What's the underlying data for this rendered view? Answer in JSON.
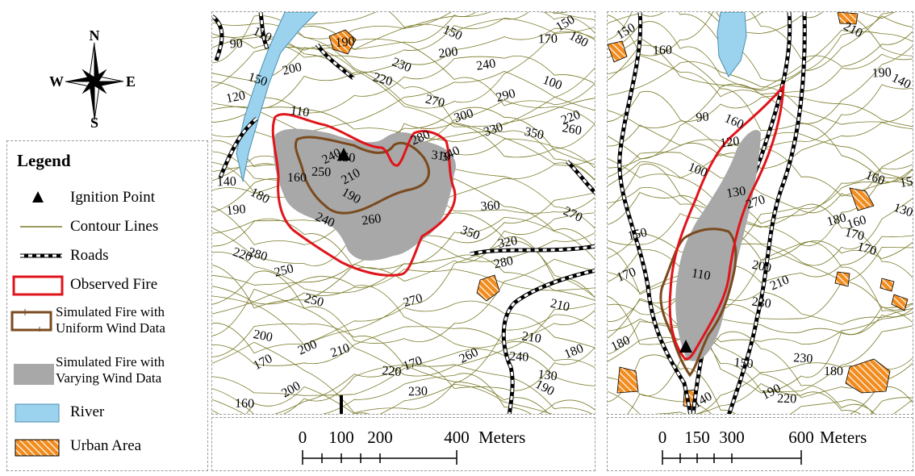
{
  "compass": {
    "north": "N",
    "south": "S",
    "east": "E",
    "west": "W"
  },
  "legend": {
    "title": "Legend",
    "items": [
      {
        "key": "ignition",
        "label": "Ignition  Point"
      },
      {
        "key": "contour",
        "label": "Contour Lines"
      },
      {
        "key": "roads",
        "label": "Roads"
      },
      {
        "key": "observed",
        "label": "Observed Fire"
      },
      {
        "key": "uniform",
        "label_line1": "Simulated Fire with",
        "label_line2": "Uniform Wind Data"
      },
      {
        "key": "varying",
        "label_line1": "Simulated Fire with",
        "label_line2": "Varying Wind Data"
      },
      {
        "key": "river",
        "label": "River"
      },
      {
        "key": "urban",
        "label": "Urban Area"
      }
    ]
  },
  "colors": {
    "observed_fire": "#e0141b",
    "uniform_fire": "#7a4a1e",
    "varying_fire": "#a8a8a8",
    "contour": "#7a7a2a",
    "river": "#9bd3ee",
    "urban": "#f28c1e"
  },
  "map1": {
    "contour_labels": [
      "150",
      "170",
      "180",
      "90",
      "110",
      "190",
      "150",
      "200",
      "230",
      "240",
      "100",
      "120",
      "150",
      "200",
      "220",
      "290",
      "270",
      "300",
      "350",
      "330",
      "260",
      "220",
      "110",
      "280",
      "310",
      "340",
      "150",
      "240",
      "250",
      "210",
      "160",
      "190",
      "140",
      "180",
      "360",
      "270",
      "190",
      "240",
      "260",
      "350",
      "320",
      "220",
      "280",
      "280",
      "250",
      "250",
      "270",
      "210",
      "210",
      "200",
      "170",
      "210",
      "180",
      "130",
      "200",
      "220",
      "260",
      "240",
      "170",
      "160",
      "200",
      "230",
      "190"
    ],
    "scale": {
      "ticks": [
        "0",
        "100",
        "200",
        "400"
      ],
      "unit": "Meters"
    }
  },
  "map2": {
    "contour_labels": [
      "150",
      "160",
      "210",
      "190",
      "140",
      "90",
      "160",
      "120",
      "100",
      "130",
      "160",
      "150",
      "130",
      "150",
      "170",
      "180",
      "170",
      "160",
      "200",
      "270",
      "110",
      "170",
      "230",
      "210",
      "150",
      "180",
      "230",
      "190",
      "220",
      "140",
      "180"
    ],
    "scale": {
      "ticks": [
        "0",
        "150",
        "300",
        "600"
      ],
      "unit": "Meters"
    }
  }
}
